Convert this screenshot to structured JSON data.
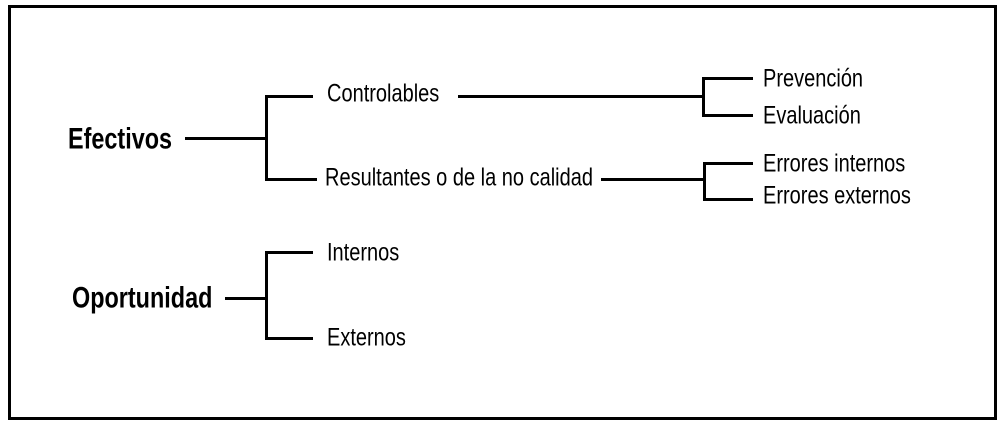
{
  "diagram_type": "tree",
  "background": "#ffffff",
  "line_color": "#000000",
  "text_color": "#000000",
  "tree": [
    {
      "label": "Efectivos",
      "children": [
        {
          "label": "Controlables",
          "children": [
            {
              "label": "Prevención"
            },
            {
              "label": "Evaluación"
            }
          ]
        },
        {
          "label": "Resultantes o de la no calidad",
          "children": [
            {
              "label": "Errores internos"
            },
            {
              "label": "Errores externos"
            }
          ]
        }
      ]
    },
    {
      "label": "Oportunidad",
      "children": [
        {
          "label": "Internos"
        },
        {
          "label": "Externos"
        }
      ]
    }
  ]
}
